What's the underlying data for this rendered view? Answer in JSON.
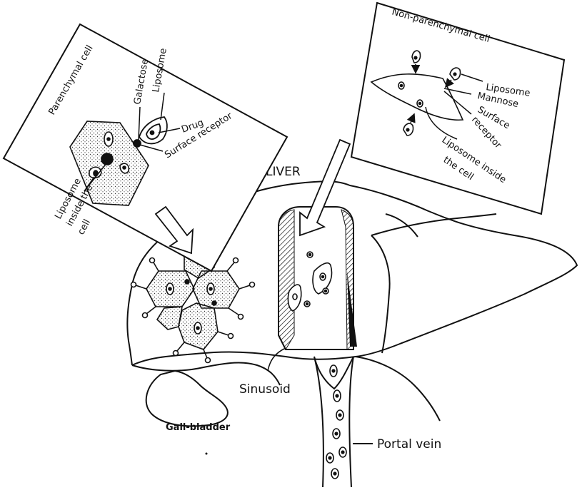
{
  "labels": {
    "parenchymal_cell": "Parenchymal cell",
    "galactose": "Galactose",
    "liposome_top": "Liposome",
    "drug": "Drug",
    "surface_receptor": "Surface receptor",
    "liposome_inside_1": "Liposome",
    "liposome_inside_2": "inside the",
    "liposome_inside_3": "cell",
    "non_parenchymal_cell": "Non-parenchymal cell",
    "np_liposome": "Liposome",
    "np_mannose": "Mannose",
    "np_surface": "Surface",
    "np_receptor": "receptor",
    "np_inside_1": "Liposome inside",
    "np_inside_2": "the cell",
    "liver": "LIVER",
    "sinusoid": "Sinusoid",
    "gall_bladder": "Gall-bladder",
    "portal_vein": "Portal vein"
  }
}
